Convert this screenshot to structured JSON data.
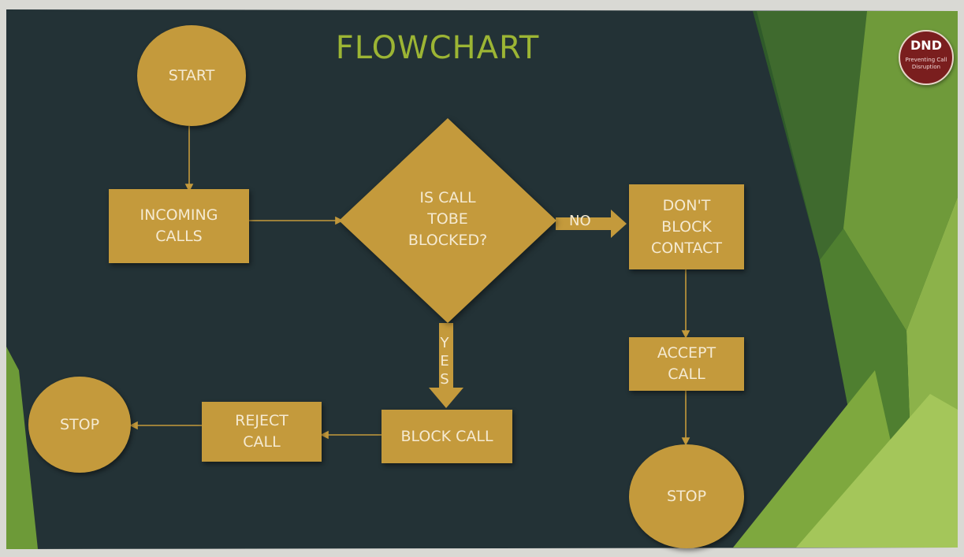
{
  "title": "FLOWCHART",
  "logo": {
    "text": "DND",
    "subtext": "Preventing Call Disruption"
  },
  "nodes": {
    "start": "START",
    "incoming_calls": "INCOMING\nCALLS",
    "decision": "IS CALL\nTOBE\nBLOCKED?",
    "dont_block": "DON'T\nBLOCK\nCONTACT",
    "accept_call": "ACCEPT\nCALL",
    "stop_right": "STOP",
    "block_call": "BLOCK CALL",
    "reject_call": "REJECT\nCALL",
    "stop_left": "STOP"
  },
  "edge_labels": {
    "no": "NO",
    "yes": "YES"
  },
  "colors": {
    "slide_bg": "#233236",
    "node_fill": "#c49a3c",
    "node_text": "#f5ead2",
    "title": "#9cb534",
    "accent_green": "#7fa63a",
    "connector": "#c49a3c"
  }
}
